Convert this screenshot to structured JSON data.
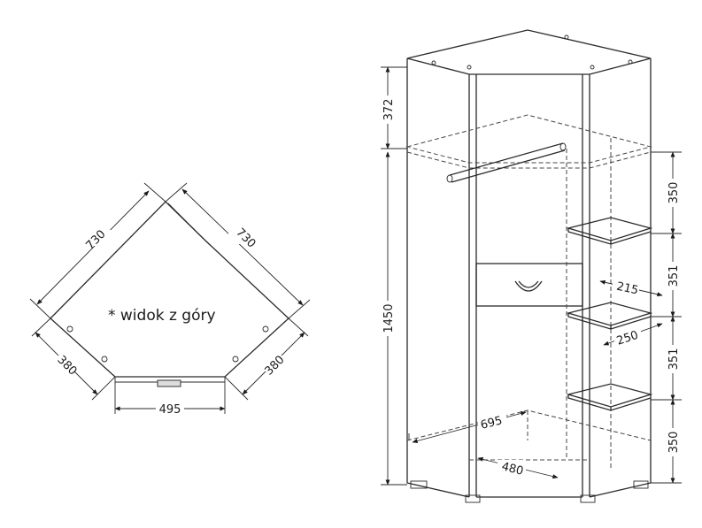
{
  "top_view": {
    "note": "* widok z góry",
    "dim_left_long": "730",
    "dim_right_long": "730",
    "dim_left_short": "380",
    "dim_right_short": "380",
    "dim_front": "495"
  },
  "wardrobe": {
    "dim_top": "372",
    "dim_height": "1450",
    "dim_depth": "695",
    "dim_inner_width": "480",
    "dim_shelf_depth_1": "215",
    "dim_shelf_depth_2": "250",
    "dim_gap_1": "350",
    "dim_gap_2": "351",
    "dim_gap_3": "351",
    "dim_gap_4": "350"
  }
}
